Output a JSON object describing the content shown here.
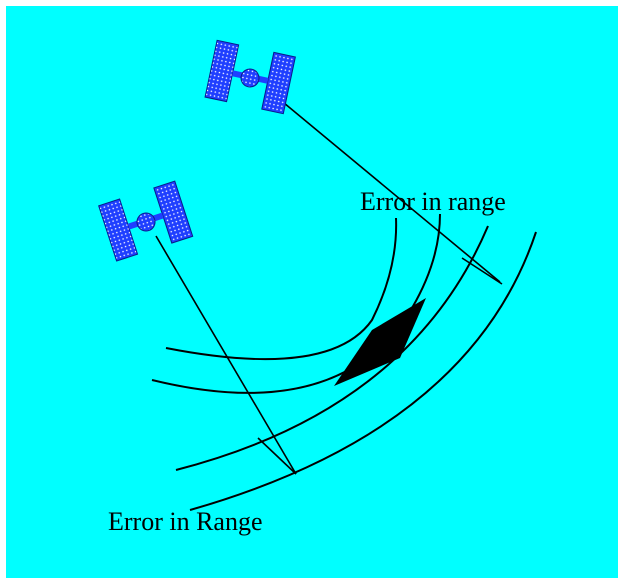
{
  "labels": {
    "top_right": "Error in range",
    "bottom_left": "Error in Range"
  },
  "colors": {
    "background": "#00ffff",
    "border": "#ffffff",
    "ink": "#000000",
    "satellite_panel": "#1f3fff",
    "satellite_dots": "#ffffff"
  },
  "icons": {
    "satellite_1": "satellite-icon",
    "satellite_2": "satellite-icon",
    "overlap_region": "error-region"
  }
}
